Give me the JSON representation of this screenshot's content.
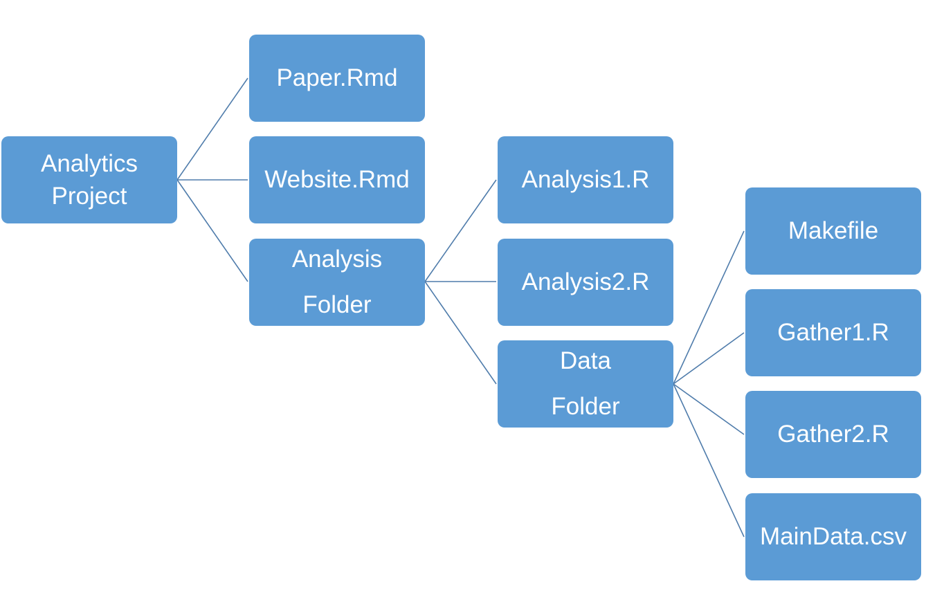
{
  "nodes": {
    "analytics_project": "Analytics\nProject",
    "paper_rmd": "Paper.Rmd",
    "website_rmd": "Website.Rmd",
    "analysis_folder": "Analysis\nFolder",
    "analysis1_r": "Analysis1.R",
    "analysis2_r": "Analysis2.R",
    "data_folder": "Data\nFolder",
    "makefile": "Makefile",
    "gather1_r": "Gather1.R",
    "gather2_r": "Gather2.R",
    "maindata_csv": "MainData.csv"
  },
  "edges": [
    [
      "analytics_project",
      "paper_rmd"
    ],
    [
      "analytics_project",
      "website_rmd"
    ],
    [
      "analytics_project",
      "analysis_folder"
    ],
    [
      "analysis_folder",
      "analysis1_r"
    ],
    [
      "analysis_folder",
      "analysis2_r"
    ],
    [
      "analysis_folder",
      "data_folder"
    ],
    [
      "data_folder",
      "makefile"
    ],
    [
      "data_folder",
      "gather1_r"
    ],
    [
      "data_folder",
      "gather2_r"
    ],
    [
      "data_folder",
      "maindata_csv"
    ]
  ],
  "colors": {
    "node_fill": "#5b9bd5",
    "node_text": "#ffffff",
    "connector": "#4f7cab"
  }
}
